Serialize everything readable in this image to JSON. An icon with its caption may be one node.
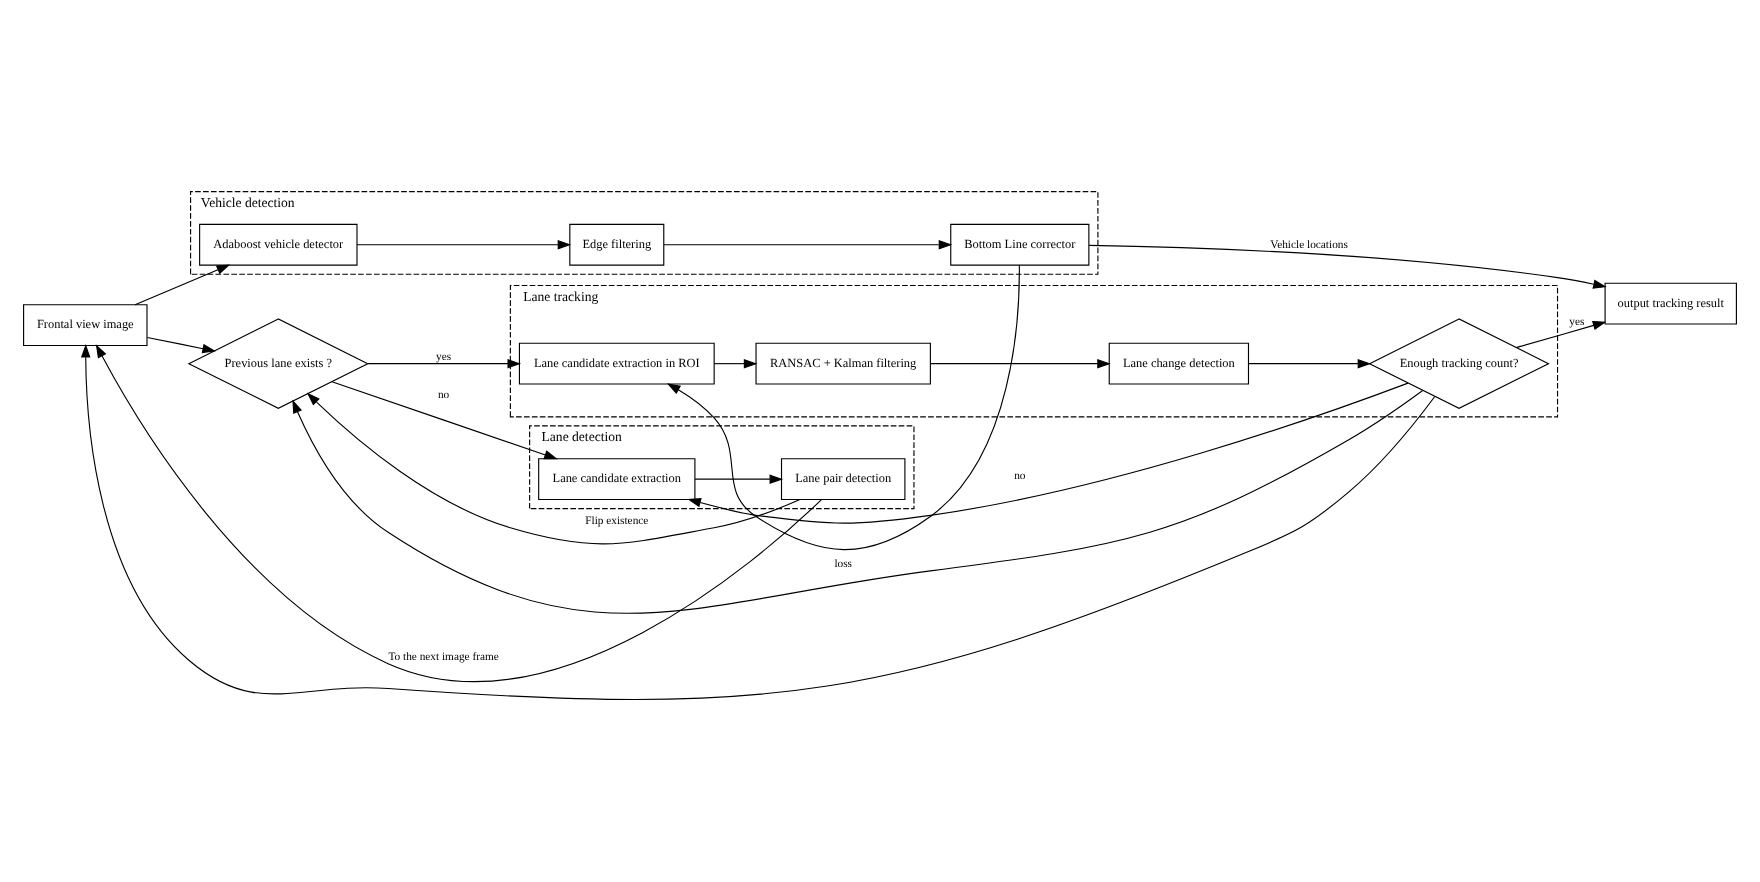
{
  "diagram": {
    "nodes": [
      {
        "text": [
          "Frontal view image"
        ]
      },
      {
        "text": [
          "Previous lane exists ?"
        ]
      },
      {
        "text": [
          "Lane detection"
        ]
      },
      {
        "text": [
          "Lane candidate extraction"
        ],
        "in": 2
      },
      {
        "text": [
          "Lane pair detection"
        ],
        "in": 2
      },
      {
        "text": [
          "Lane tracking"
        ]
      },
      {
        "text": [
          "Lane candidate extraction in ROI"
        ],
        "in": 5
      },
      {
        "text": [
          "RANSAC + Kalman filtering"
        ],
        "in": 5
      },
      {
        "text": [
          "Lane change detection"
        ],
        "in": 5
      },
      {
        "text": [
          "Enough tracking count?"
        ],
        "in": 5
      },
      {
        "text": [
          "Vehicle detection"
        ]
      },
      {
        "text": [
          "Adaboost vehicle detector"
        ],
        "in": 10
      },
      {
        "text": [
          "Edge filtering"
        ],
        "in": 10
      },
      {
        "text": [
          "Bottom Line corrector"
        ],
        "in": 10
      },
      {
        "text": [
          "output tracking result"
        ]
      }
    ],
    "edges": [
      {
        "from": 0,
        "to": 1,
        "arrow": "to"
      },
      {
        "from": 0,
        "to": 11,
        "arrow": "to"
      },
      {
        "from": 1,
        "to": 3,
        "arrow": "to",
        "label": "no"
      },
      {
        "from": 1,
        "to": 6,
        "arrow": "to",
        "label": "yes"
      },
      {
        "from": 3,
        "to": 4,
        "arrow": "to"
      },
      {
        "from": 4,
        "to": 0,
        "arrow": "to",
        "label": "To the next image frame"
      },
      {
        "from": 4,
        "to": 1,
        "arrow": "to",
        "label": "Flip existence"
      },
      {
        "from": 6,
        "to": 7,
        "arrow": "to"
      },
      {
        "from": 7,
        "to": 8,
        "arrow": "to"
      },
      {
        "from": 8,
        "to": 9,
        "arrow": "to"
      },
      {
        "from": 9,
        "to": 1,
        "arrow": "to",
        "label": "loss"
      },
      {
        "from": 9,
        "to": 3,
        "arrow": "to",
        "label": "no"
      },
      {
        "from": 9,
        "to": 14,
        "arrow": "to",
        "label": "yes"
      },
      {
        "from": 9,
        "to": 0,
        "arrow": "to"
      },
      {
        "from": 11,
        "to": 12,
        "arrow": "to"
      },
      {
        "from": 12,
        "to": 13,
        "arrow": "to"
      },
      {
        "from": 13,
        "to": 14,
        "arrow": "to",
        "label": "Vehicle locations"
      },
      {
        "from": 13,
        "to": 6,
        "arrow": "to"
      }
    ]
  }
}
